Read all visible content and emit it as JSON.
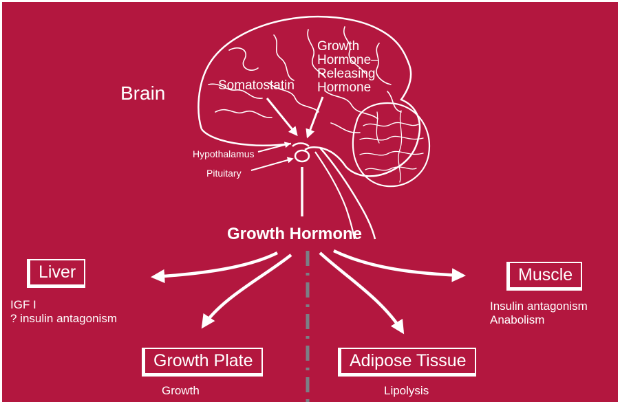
{
  "labels": {
    "brain": "Brain",
    "somatostatin": "Somatostatin",
    "ghrh": [
      "Growth",
      "Hormone–",
      "Releasing",
      "Hormone"
    ],
    "hypothalamus": "Hypothalamus",
    "pituitary": "Pituitary",
    "growth_hormone": "Growth Hormone"
  },
  "targets": {
    "liver": {
      "name": "Liver",
      "effects": [
        "IGF  I",
        "?  insulin antagonism"
      ]
    },
    "growth_plate": {
      "name": "Growth Plate",
      "effects": [
        "Growth"
      ]
    },
    "adipose": {
      "name": "Adipose Tissue",
      "effects": [
        "Lipolysis"
      ]
    },
    "muscle": {
      "name": "Muscle",
      "effects": [
        "Insulin antagonism",
        "Anabolism"
      ]
    }
  },
  "colors": {
    "background": "#b3173f",
    "foreground": "#ffffff",
    "divider": "#7b7f86"
  }
}
